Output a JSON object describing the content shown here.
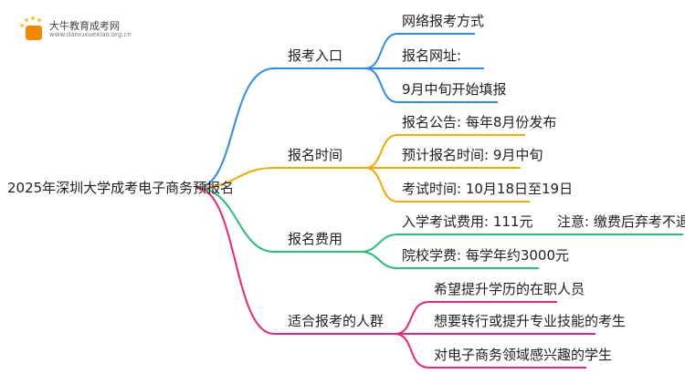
{
  "logo": {
    "title": "大牛教育成考网",
    "url": "www.daniuxuexiao.org.cn"
  },
  "root": "2025年深圳大学成考电子商务预报名",
  "colors": {
    "blue": "#2a8cf0",
    "orange": "#f2a900",
    "green": "#27c07a",
    "pink": "#e8267c"
  },
  "branches": [
    {
      "label": "报考入口",
      "items": [
        "网络报考方式",
        "报名网址:",
        "9月中旬开始填报"
      ]
    },
    {
      "label": "报名时间",
      "items": [
        "报名公告: 每年8月份发布",
        "预计报名时间: 9月中旬",
        "考试时间: 10月18日至19日"
      ]
    },
    {
      "label": "报名费用",
      "items": [
        "入学考试费用: 111元",
        "院校学费: 每学年约3000元"
      ],
      "note": "注意: 缴费后弃考不退费"
    },
    {
      "label": "适合报考的人群",
      "items": [
        "希望提升学历的在职人员",
        "想要转行或提升专业技能的考生",
        "对电子商务领域感兴趣的学生"
      ]
    }
  ]
}
